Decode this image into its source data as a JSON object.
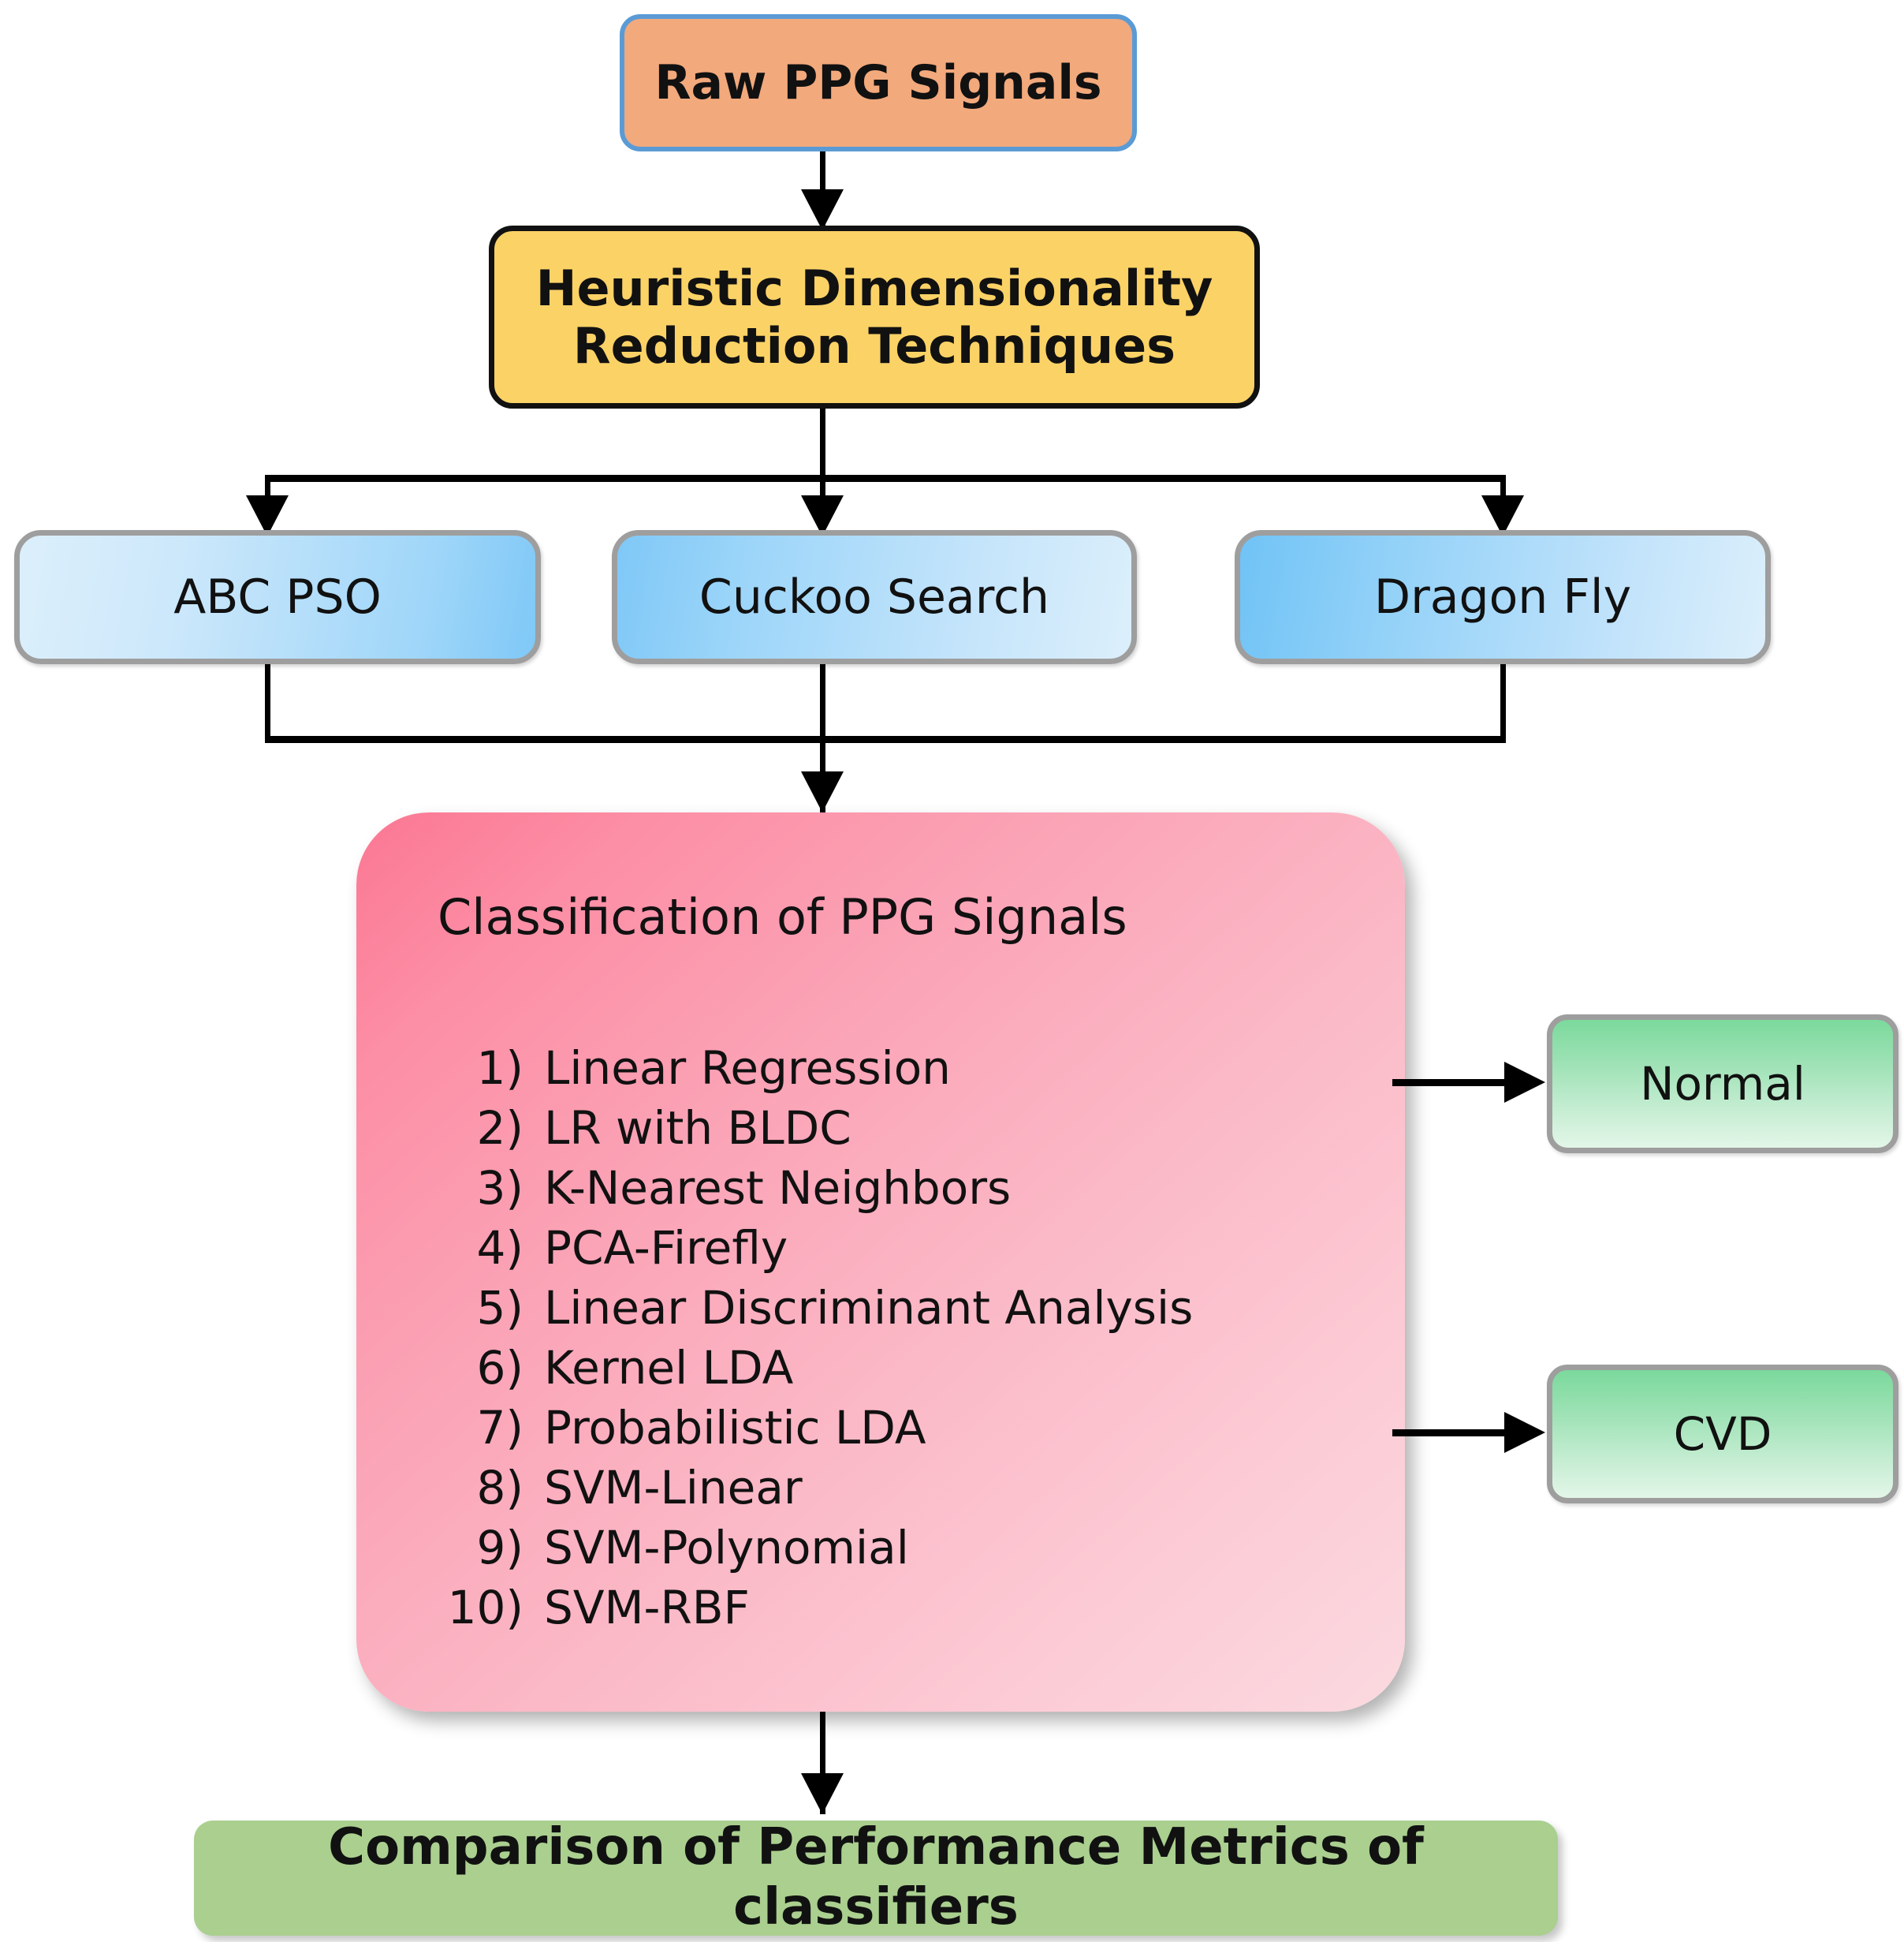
{
  "diagram": {
    "title": "PPG Signal Classification Pipeline Flowchart",
    "nodes": {
      "raw_ppg": {
        "label": "Raw PPG Signals",
        "fill": "#F2A97C",
        "border": "#5B9BD5"
      },
      "heuristic": {
        "label": "Heuristic Dimensionality\nReduction Techniques",
        "line1": "Heuristic Dimensionality",
        "line2": "Reduction Techniques",
        "fill": "#FBD266",
        "border": "#111111"
      },
      "optimizers": [
        {
          "label": "ABC PSO",
          "fill_from": "#DCEFFB",
          "fill_to": "#7FC8F7"
        },
        {
          "label": "Cuckoo Search",
          "fill_from": "#7FC8F7",
          "fill_to": "#DCEFFB"
        },
        {
          "label": "Dragon Fly",
          "fill_from": "#70C3F6",
          "fill_to": "#DCEFFB"
        }
      ],
      "classification": {
        "title": "Classification of PPG Signals",
        "fill_from": "#FB7793",
        "fill_to": "#FBD9E0",
        "items": [
          {
            "num": "1)",
            "label": "Linear Regression"
          },
          {
            "num": "2)",
            "label": "LR with BLDC"
          },
          {
            "num": "3)",
            "label": "K-Nearest Neighbors"
          },
          {
            "num": "4)",
            "label": "PCA-Firefly"
          },
          {
            "num": "5)",
            "label": "Linear Discriminant Analysis"
          },
          {
            "num": "6)",
            "label": "Kernel LDA"
          },
          {
            "num": "7)",
            "label": "Probabilistic LDA"
          },
          {
            "num": "8)",
            "label": "SVM-Linear"
          },
          {
            "num": "9)",
            "label": "SVM-Polynomial"
          },
          {
            "num": "10)",
            "label": "SVM-RBF"
          }
        ]
      },
      "outcomes": [
        {
          "label": "Normal",
          "fill_from": "#7BD99C",
          "fill_to": "#E3F6E8"
        },
        {
          "label": "CVD",
          "fill_from": "#7BD99C",
          "fill_to": "#E3F6E8"
        }
      ],
      "comparison": {
        "label": "Comparison of Performance  Metrics of classifiers",
        "fill": "#AACF8F"
      }
    },
    "connectors": {
      "color": "#000000",
      "edges": [
        {
          "from": "raw_ppg",
          "to": "heuristic",
          "type": "arrow-down"
        },
        {
          "from": "heuristic",
          "to": "ABC PSO",
          "type": "branch-arrow-down"
        },
        {
          "from": "heuristic",
          "to": "Cuckoo Search",
          "type": "branch-arrow-down"
        },
        {
          "from": "heuristic",
          "to": "Dragon Fly",
          "type": "branch-arrow-down"
        },
        {
          "from": "ABC PSO",
          "to": "classification",
          "type": "merge-arrow-down"
        },
        {
          "from": "Cuckoo Search",
          "to": "classification",
          "type": "merge-arrow-down"
        },
        {
          "from": "Dragon Fly",
          "to": "classification",
          "type": "merge-arrow-down"
        },
        {
          "from": "classification",
          "to": "Normal",
          "type": "arrow-right"
        },
        {
          "from": "classification",
          "to": "CVD",
          "type": "arrow-right"
        },
        {
          "from": "classification",
          "to": "comparison",
          "type": "arrow-down"
        }
      ]
    }
  }
}
